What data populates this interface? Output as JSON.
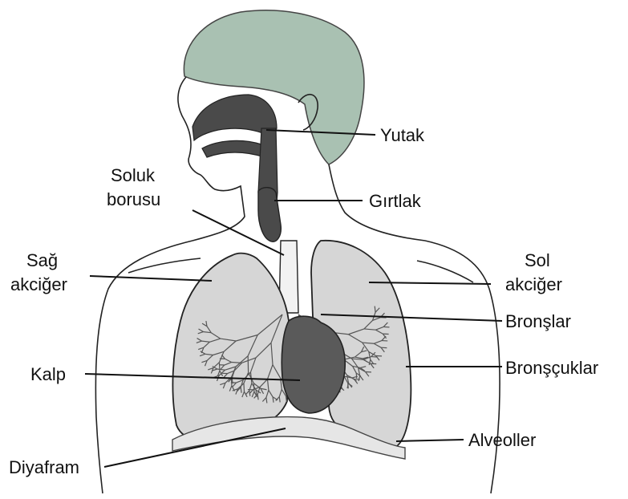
{
  "labels": {
    "pharynx": "Yutak",
    "trachea_line1": "Soluk",
    "trachea_line2": "borusu",
    "larynx": "Gırtlak",
    "right_lung_line1": "Sağ",
    "right_lung_line2": "akciğer",
    "left_lung_line1": "Sol",
    "left_lung_line2": "akciğer",
    "bronchi": "Bronşlar",
    "heart": "Kalp",
    "bronchioles": "Bronşçuklar",
    "alveoli": "Alveoller",
    "diaphragm": "Diyafram"
  },
  "colors": {
    "hair": "#a9c1b2",
    "airway": "#4a4a4a",
    "lung_fill": "#d6d6d6",
    "heart_fill": "#5a5a5a",
    "diaphragm_fill": "#e6e6e6",
    "text": "#111111"
  }
}
